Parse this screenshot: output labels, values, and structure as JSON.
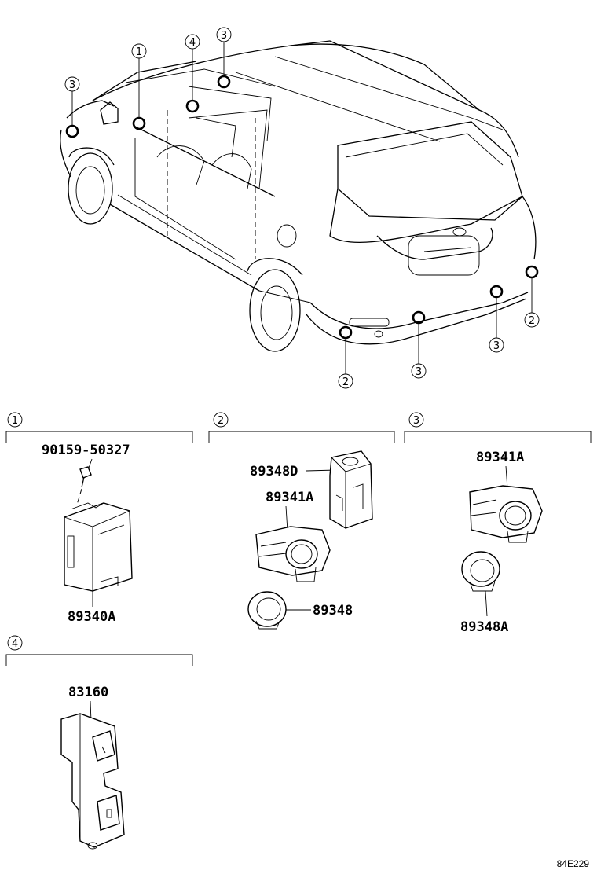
{
  "callouts": {
    "c1": "1",
    "c2": "2",
    "c3": "3",
    "c4": "4"
  },
  "sections": [
    {
      "number": "1"
    },
    {
      "number": "2"
    },
    {
      "number": "3"
    },
    {
      "number": "4"
    }
  ],
  "parts": {
    "bolt": "90159-50327",
    "computer": "89340A",
    "retainer_d": "89348D",
    "sensor_2": "89341A",
    "retainer_2": "89348",
    "sensor_3": "89341A",
    "retainer_3": "89348A",
    "switch": "83160"
  },
  "reference_code": "84E229"
}
